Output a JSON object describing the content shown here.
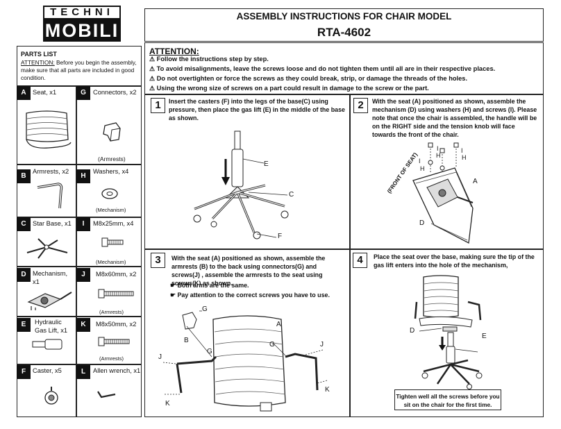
{
  "logo": {
    "top": "TECHNI",
    "bottom": "MOBILI"
  },
  "header": {
    "title": "ASSEMBLY INSTRUCTIONS FOR CHAIR MODEL",
    "model": "RTA-4602"
  },
  "attention": {
    "heading": "ATTENTION:",
    "items": [
      "Follow the instructions step by step.",
      "To avoid misalignments, leave the screws loose and do not tighten them until all are in their respective places.",
      "Do not overtighten or force the screws as they could break, strip, or damage the threads of the holes.",
      "Using the wrong size of screws on a part could result in damage to the screw or the part."
    ]
  },
  "parts_list": {
    "title": "PARTS LIST",
    "note_label": "ATTENTION:",
    "note": " Before you begin the assembly, make sure that all parts are included in good condition.",
    "parts": [
      {
        "letter": "A",
        "name": "Seat, x1",
        "sub": ""
      },
      {
        "letter": "G",
        "name": "Connectors, x2",
        "sub": "(Armrests)"
      },
      {
        "letter": "B",
        "name": "Armrests, x2",
        "sub": ""
      },
      {
        "letter": "H",
        "name": "Washers, x4",
        "sub": "(Mechanism)"
      },
      {
        "letter": "C",
        "name": "Star Base, x1",
        "sub": ""
      },
      {
        "letter": "I",
        "name": "M8x25mm, x4",
        "sub": "(Mechanism)"
      },
      {
        "letter": "D",
        "name": "Mechanism, x1",
        "sub": ""
      },
      {
        "letter": "J",
        "name": "M8x60mm, x2",
        "sub": "(Armrests)"
      },
      {
        "letter": "E",
        "name": "Hydraulic Gas Lift, x1",
        "sub": ""
      },
      {
        "letter": "K",
        "name": "M8x50mm, x2",
        "sub": "(Armrests)"
      },
      {
        "letter": "F",
        "name": "Caster, x5",
        "sub": ""
      },
      {
        "letter": "L",
        "name": "Allen wrench, x1",
        "sub": ""
      }
    ]
  },
  "steps": [
    {
      "num": "1",
      "text": "Insert the casters (F) into the legs of the base(C) using pressure, then place  the gas lift (E) in the middle of the base as shown."
    },
    {
      "num": "2",
      "text": "With the seat (A) positioned as shown, assemble the mechanism (D) using washers (H) and screws (I). Please note that once the chair is assembled, the handle will be on the RIGHT side and the tension knob will face towards the front of the chair."
    },
    {
      "num": "3",
      "text": "With the seat (A) positioned as shown, assemble the armrests (B) to the back using connectors(G) and screws(J) , assemble the armrests to the seat using screws(K) as shown.",
      "notes": [
        "Both arms are the same.",
        "Pay attention to the correct screws you have to use."
      ]
    },
    {
      "num": "4",
      "text": "Place the seat over the base, making sure the tip of the gas lift enters into the hole of the mechanism,",
      "tip": "Tighten well all the screws before you sit on the chair for the first time."
    }
  ],
  "diagram_labels": {
    "step1": [
      "E",
      "C",
      "F"
    ],
    "step2": [
      "I",
      "H",
      "I",
      "H",
      "I",
      "H",
      "A",
      "D",
      "(FRONT OF SEAT)"
    ],
    "step3": [
      "G",
      "A",
      "B",
      "G",
      "J",
      "J",
      "G",
      "K",
      "K"
    ],
    "step4": [
      "D",
      "E"
    ]
  },
  "icons": {
    "warning": "warning-triangle-icon",
    "pointer": "pointing-hand-icon"
  }
}
